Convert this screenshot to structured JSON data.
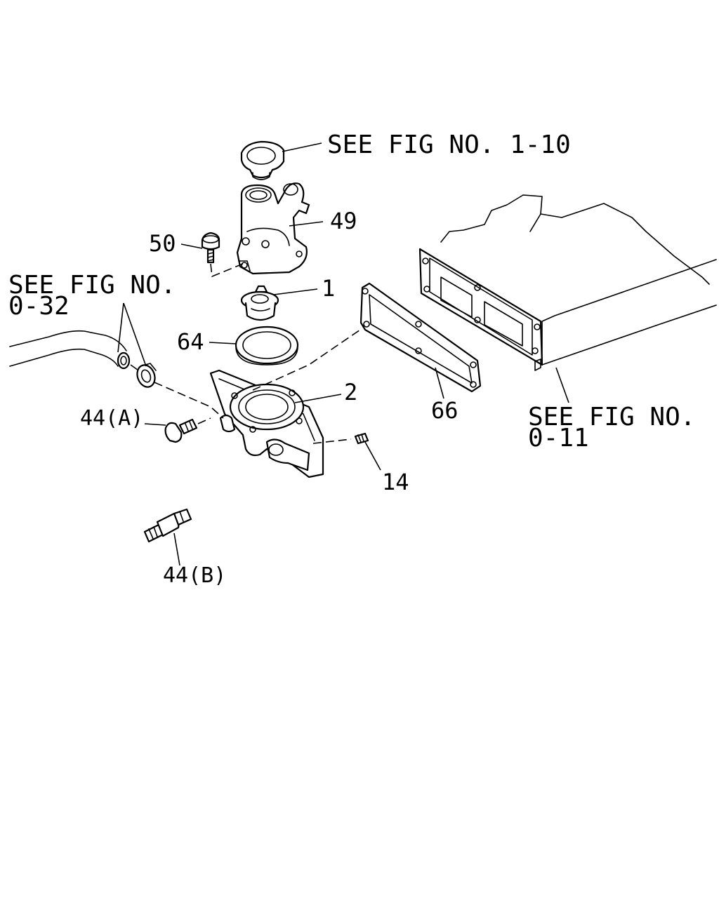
{
  "callouts": {
    "ref_radiator_cap": "SEE FIG NO. 1-10",
    "ref_hose_line1": "SEE FIG NO.",
    "ref_hose_line2": "0-32",
    "ref_engine_line1": "SEE FIG NO.",
    "ref_engine_line2": "0-11"
  },
  "part_labels": {
    "p49": "49",
    "p50": "50",
    "p1": "1",
    "p64": "64",
    "p2": "2",
    "p44a": "44(A)",
    "p66": "66",
    "p14": "14",
    "p44b": "44(B)"
  }
}
